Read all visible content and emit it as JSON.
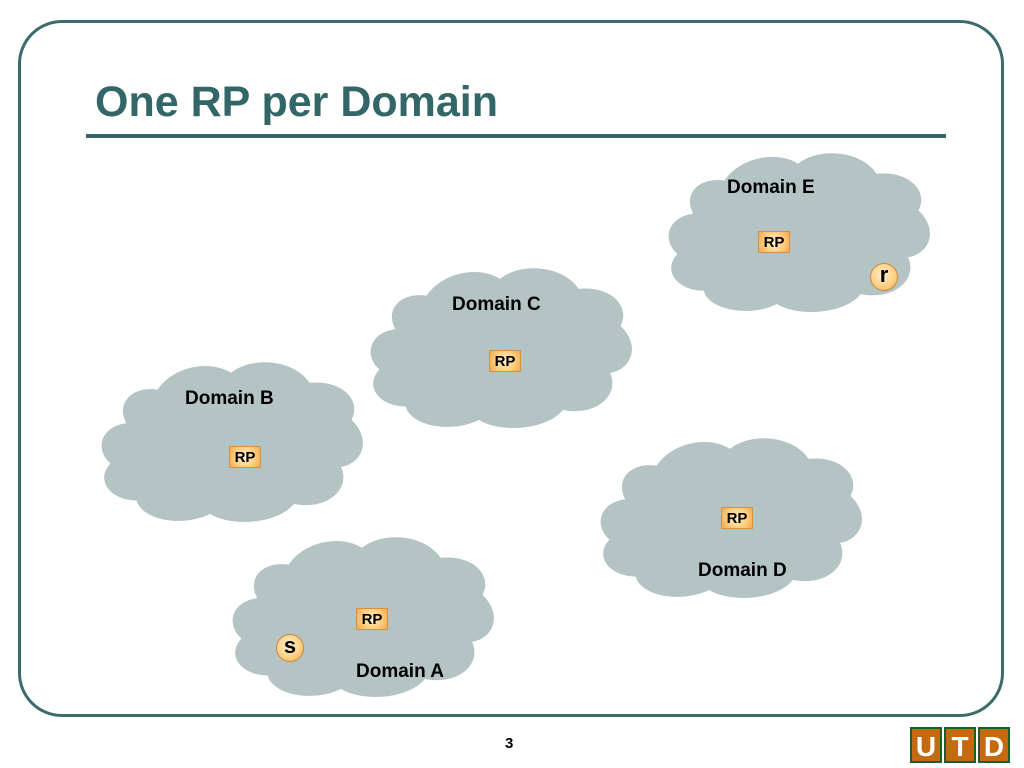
{
  "slide": {
    "title": "One RP per Domain",
    "page_number": "3",
    "logo": [
      "U",
      "T",
      "D"
    ]
  },
  "domains": [
    {
      "name": "Domain E",
      "rp": "RP",
      "host": "r"
    },
    {
      "name": "Domain C",
      "rp": "RP"
    },
    {
      "name": "Domain B",
      "rp": "RP"
    },
    {
      "name": "Domain D",
      "rp": "RP"
    },
    {
      "name": "Domain A",
      "rp": "RP",
      "host": "s"
    }
  ],
  "colors": {
    "title": "#336666",
    "cloud_fill": "#b4c4c4",
    "cloud_stroke": "#4e6e6e",
    "rp_fill": "#ffcf80",
    "logo_fill": "#c46a10",
    "logo_border": "#1e5d2a"
  }
}
